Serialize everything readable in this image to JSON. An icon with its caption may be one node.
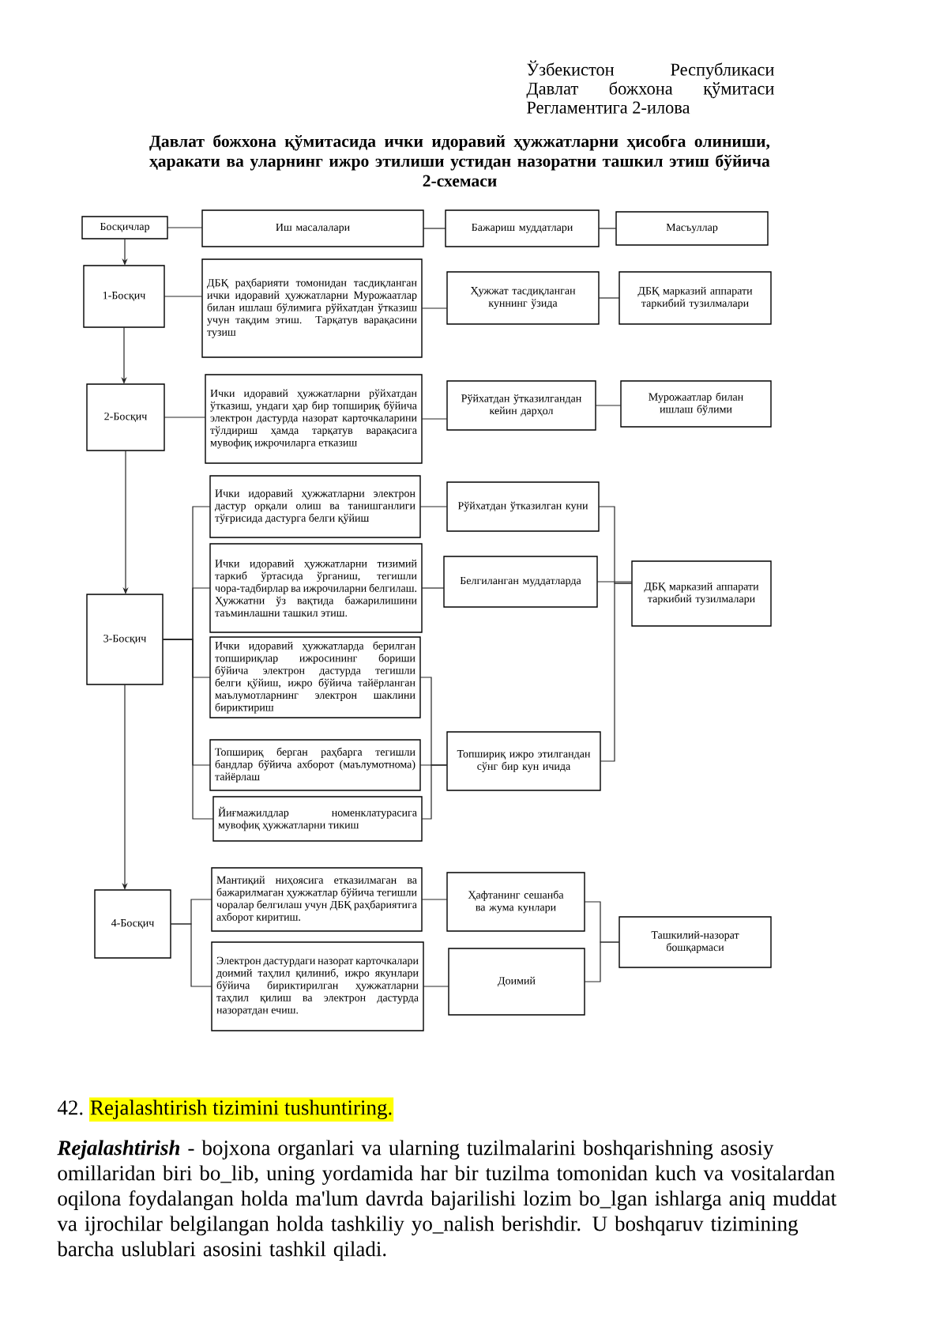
{
  "diagram": {
    "title": "Давлат божхона қўмитасида ички идоравий ҳужжатларни ҳисобга олиниши, ҳаракати ва уларнинг ижро этилиши устидан назоратни ташкил этиш бўйича 2-схемаси",
    "nodes": [
      {
        "text": [
          "Босқичлар"
        ]
      },
      {
        "text": [
          "Иш масалалари"
        ]
      },
      {
        "text": [
          "Бажариш муддатлари"
        ]
      },
      {
        "text": [
          "Масъуллар"
        ]
      },
      {
        "text": [
          "1-Босқич"
        ]
      },
      {
        "text": [
          "ДБҚ раҳбарияти томонидан тасдиқланган ички идоравий ҳужжатларни Мурожаатлар билан ишлаш бўлимига рўйхатдан ўтказиш учун тақдим этиш. Тарқатув варақасини тузиш"
        ]
      },
      {
        "text": [
          "Ҳужжат тасдиқланган куннинг ўзида"
        ]
      },
      {
        "text": [
          "ДБҚ марказий аппарати таркибий тузилмалари"
        ]
      },
      {
        "text": [
          "2-Босқич"
        ]
      },
      {
        "text": [
          "Ички идоравий ҳужжатларни рўйхатдан ўтказиш, ундаги ҳар бир топшириқ бўйича электрон дастурда назорат карточкаларини тўлдириш ҳамда тарқатув варақасига мувофиқ ижрочиларга етказиш"
        ]
      },
      {
        "text": [
          "Рўйхатдан ўтказилгандан кейин дарҳол"
        ]
      },
      {
        "text": [
          "Мурожаатлар билан ишлаш бўлими"
        ]
      },
      {
        "text": [
          "3-Босқич"
        ]
      },
      {
        "text": [
          "Ички идоравий ҳужжатларни электрон дастур орқали олиш ва танишганлиги тўғрисида дастурга белги қўйиш"
        ]
      },
      {
        "text": [
          "Ички идоравий ҳужжатларни тизимий таркиб ўртасида ўрганиш, тегишли чора-тадбирлар ва ижрочиларни белгилаш. Ҳужжатни ўз вақтида бажарилишини таъминлашни ташкил этиш."
        ]
      },
      {
        "text": [
          "Ички идоравий ҳужжатларда берилган топшириқлар ижросининг бориши бўйича электрон дастурда тегишли белги қўйиш, ижро бўйича тайёрланган маълумотларнинг электрон шаклини бириктириш"
        ]
      },
      {
        "text": [
          "Топшириқ берган раҳбарга тегишли бандлар бўйича ахборот (маълумотнома) тайёрлаш"
        ]
      },
      {
        "text": [
          "Йиғмажилдлар номенклатурасига мувофиқ ҳужжатларни тикиш"
        ]
      },
      {
        "text": [
          "Рўйхатдан ўтказилган куни"
        ]
      },
      {
        "text": [
          "Белгиланган муддатларда"
        ]
      },
      {
        "text": [
          "Топшириқ ижро этилгандан сўнг бир кун ичида"
        ]
      },
      {
        "text": [
          "ДБҚ марказий аппарати таркибий тузилмалари"
        ]
      },
      {
        "text": [
          "4-Босқич"
        ]
      },
      {
        "text": [
          "Мантиқий ниҳоясига етказилмаган ва бажарилмаган ҳужжатлар бўйича тегишли чоралар белгилаш учун ДБҚ раҳбариятига ахборот киритиш."
        ]
      },
      {
        "text": [
          "Электрон дастурдаги назорат карточкалари доимий таҳлил қилиниб, ижро якунлари бўйича бириктирилган ҳужжатларни таҳлил қилиш ва электрон дастурда назоратдан ечиш."
        ]
      },
      {
        "text": [
          "Ҳафтанинг сешанба ва жума кунлари"
        ]
      },
      {
        "text": [
          "Доимий"
        ]
      },
      {
        "text": [
          "Ташкилий-назорат бошқармаси"
        ]
      }
    ],
    "edges": [
      {
        "from": 0,
        "to": 1,
        "arrow": "none"
      },
      {
        "from": 1,
        "to": 2,
        "arrow": "none"
      },
      {
        "from": 2,
        "to": 3,
        "arrow": "none"
      },
      {
        "from": 0,
        "to": 4,
        "arrow": "to"
      },
      {
        "from": 4,
        "to": 5,
        "arrow": "none"
      },
      {
        "from": 5,
        "to": 6,
        "arrow": "none"
      },
      {
        "from": 6,
        "to": 7,
        "arrow": "none"
      },
      {
        "from": 4,
        "to": 8,
        "arrow": "to"
      },
      {
        "from": 8,
        "to": 9,
        "arrow": "none"
      },
      {
        "from": 9,
        "to": 10,
        "arrow": "none"
      },
      {
        "from": 10,
        "to": 11,
        "arrow": "none"
      },
      {
        "from": 8,
        "to": 12,
        "arrow": "to"
      },
      {
        "from": 12,
        "to": 13,
        "arrow": "none"
      },
      {
        "from": 12,
        "to": 14,
        "arrow": "none"
      },
      {
        "from": 12,
        "to": 15,
        "arrow": "none"
      },
      {
        "from": 12,
        "to": 16,
        "arrow": "none"
      },
      {
        "from": 12,
        "to": 17,
        "arrow": "none"
      },
      {
        "from": 13,
        "to": 18,
        "arrow": "none"
      },
      {
        "from": 14,
        "to": 19,
        "arrow": "none"
      },
      {
        "from": 15,
        "to": 20,
        "arrow": "none"
      },
      {
        "from": 16,
        "to": 20,
        "arrow": "none"
      },
      {
        "from": 17,
        "to": 20,
        "arrow": "none"
      },
      {
        "from": 18,
        "to": 21,
        "arrow": "none"
      },
      {
        "from": 19,
        "to": 21,
        "arrow": "none"
      },
      {
        "from": 20,
        "to": 21,
        "arrow": "none"
      },
      {
        "from": 12,
        "to": 22,
        "arrow": "to"
      },
      {
        "from": 22,
        "to": 23,
        "arrow": "none"
      },
      {
        "from": 22,
        "to": 24,
        "arrow": "none"
      },
      {
        "from": 23,
        "to": 25,
        "arrow": "none"
      },
      {
        "from": 24,
        "to": 26,
        "arrow": "none"
      },
      {
        "from": 25,
        "to": 27,
        "arrow": "none"
      },
      {
        "from": 26,
        "to": 27,
        "arrow": "none"
      }
    ],
    "labels": [
      "Ўзбекистон Республикаси Давлат божхона қўмитаси Регламентига 2-илова",
      "42.",
      "Rejalashtirish tizimini tushuntiring.",
      "**Rejalashtirish** - bojxona organlari va ularning tuzilmalarini boshqarishning asosiy omillaridan biri bo_lib, uning yordamida har bir tuzilma tomonidan kuch va vositalardan oqilona foydalangan holda ma'lum davrda bajarilishi lozim bo_lgan ishlarga aniq muddat va ijrochilar belgilangan holda tashkiliy yo_nalish berishdir. U boshqaruv tizimining barcha uslublari asosini tashkil qiladi."
    ]
  }
}
